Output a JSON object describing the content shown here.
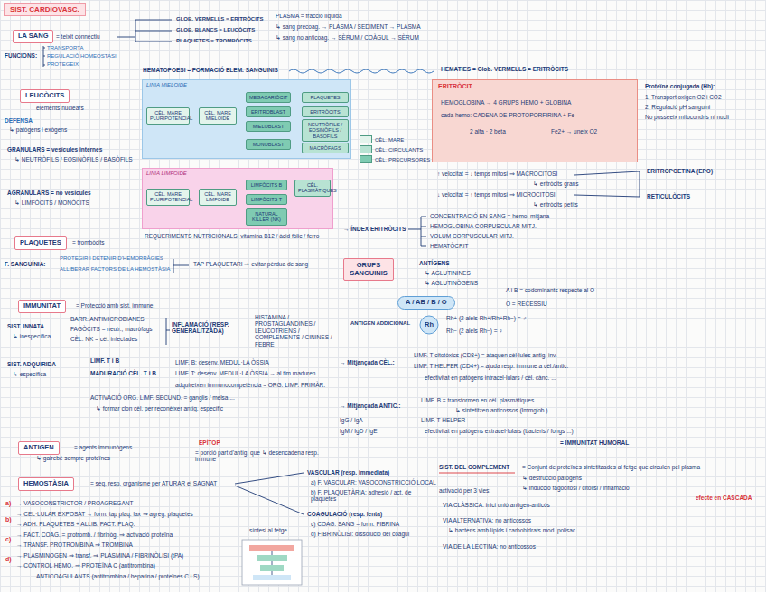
{
  "diagram": {
    "title": "SIST. CARDIOVASC.",
    "nodes": [
      {
        "text": [
          "LA SANG"
        ]
      },
      {
        "text": [
          "LEUCÒCITS"
        ]
      },
      {
        "text": [
          "PLAQUETES"
        ]
      },
      {
        "text": [
          "IMMUNITAT"
        ]
      },
      {
        "text": [
          "ANTIGEN"
        ]
      },
      {
        "text": [
          "HEMOSTÀSIA"
        ]
      },
      {
        "text": [
          "LINIA MIELOIDE"
        ]
      },
      {
        "text": [
          "CÈL. MARE PLURIPOTENCIAL"
        ],
        "in": 6
      },
      {
        "text": [
          "CÈL. MARE MIELOIDE"
        ],
        "in": 6
      },
      {
        "text": [
          "MEGACARIÒCIT"
        ],
        "in": 6
      },
      {
        "text": [
          "ERITROBLAST"
        ],
        "in": 6
      },
      {
        "text": [
          "MIELOBLAST"
        ],
        "in": 6
      },
      {
        "text": [
          "MONOBLAST"
        ],
        "in": 6
      },
      {
        "text": [
          "PLAQUETES"
        ],
        "in": 6
      },
      {
        "text": [
          "ERITRÒCITS"
        ],
        "in": 6
      },
      {
        "text": [
          "NEUTRÒFILS / EOSINÒFILS / BASÒFILS"
        ],
        "in": 6
      },
      {
        "text": [
          "MACRÒFAGS"
        ],
        "in": 6
      },
      {
        "text": [
          "LINIA LIMFOIDE"
        ]
      },
      {
        "text": [
          "CÈL. MARE PLURIPOTENCIAL"
        ],
        "in": 17
      },
      {
        "text": [
          "CÈL. MARE LIMFOIDE"
        ],
        "in": 17
      },
      {
        "text": [
          "LIMFÒCITS B"
        ],
        "in": 17
      },
      {
        "text": [
          "LIMFÒCITS T"
        ],
        "in": 17
      },
      {
        "text": [
          "NATURAL KILLER (NK)"
        ],
        "in": 17
      },
      {
        "text": [
          "CÈL. PLASMÀTIQUES"
        ],
        "in": 17
      },
      {
        "text": [
          "ERITRÒCIT"
        ]
      },
      {
        "text": [
          "GRUPS SANGUINIS"
        ]
      },
      {
        "text": [
          "A / AB / B / O"
        ]
      },
      {
        "text": [
          "Rh"
        ]
      }
    ],
    "edges": [
      {
        "from": 7,
        "to": 8,
        "arrow": "to"
      },
      {
        "from": 8,
        "to": 9,
        "arrow": "to"
      },
      {
        "from": 8,
        "to": 10,
        "arrow": "to"
      },
      {
        "from": 8,
        "to": 11,
        "arrow": "to"
      },
      {
        "from": 8,
        "to": 12,
        "arrow": "to"
      },
      {
        "from": 9,
        "to": 13,
        "arrow": "to"
      },
      {
        "from": 10,
        "to": 14,
        "arrow": "to"
      },
      {
        "from": 11,
        "to": 15,
        "arrow": "to"
      },
      {
        "from": 12,
        "to": 16,
        "arrow": "to"
      },
      {
        "from": 18,
        "to": 19,
        "arrow": "to"
      },
      {
        "from": 19,
        "to": 20,
        "arrow": "to"
      },
      {
        "from": 19,
        "to": 21,
        "arrow": "to"
      },
      {
        "from": 19,
        "to": 22,
        "arrow": "to"
      },
      {
        "from": 20,
        "to": 23,
        "arrow": "to"
      }
    ],
    "labels": [
      "= teixit connectiu",
      "GLOB. VERMELLS = ERITRÒCITS",
      "GLOB. BLANCS = LEUCÒCITS",
      "PLAQUETES = TROMBÒCITS",
      "PLASMA = fracció líquida",
      "↳ sang precoag. → PLASMA / SEDIMENT → PLASMA",
      "↳ sang no anticoag. → SÈRUM / COÀGUL → SÈRUM",
      "FUNCIONS:",
      "TRANSPORTA",
      "REGULACIÓ HOMEOSTASI",
      "PROTEGEIX",
      "HEMATOPOESI = FORMACIÓ ELEM. SANGUINIS",
      "HEMATIES = Glob. VERMELLS = ERITRÒCITS",
      "elements nuclears",
      "DEFENSA",
      "↳ patògens i exògens",
      "GRANULARS = vesícules internes",
      "↳ NEUTRÒFILS / EOSINÒFILS / BASÒFILS",
      "AGRANULARS = no vesícules",
      "↳ LIMFÒCITS / MONÒCITS",
      "REQUERIMENTS NUTRICIONALS: vitamina B12 / àcid fòlic / ferro",
      "Proteïna conjugada (Hb):",
      "1. Transport oxigen O2 i CO2",
      "2. Regulació pH sanguini",
      "No posseeix mitocondris ni nucli",
      "HEMOGLOBINA → 4 GRUPS HEMO + GLOBINA",
      "cada hemo: CADENA DE PROTOPORFIRINA + Fe",
      "2 alfa · 2 beta",
      "Fe2+ → uneix O2",
      "↑ velocitat = ↓ temps mitosi ⇒ MACROCITOSI",
      "↳ eritròcits grans",
      "↓ velocitat = ↑ temps mitosi ⇒ MICROCITOSI",
      "↳ eritròcits petits",
      "ERITROPOETINA (EPO)",
      "RETICULÒCITS",
      "→ ÍNDEX ERITRÒCITS",
      "CONCENTRACIÓ EN SANG = hemo. mitjana",
      "HEMOGLOBINA CORPUSCULAR MITJ.",
      "VOLUM CORPUSCULAR MITJ.",
      "HEMATÒCRIT",
      "= trombòcits",
      "F. SANGUÍNIA:",
      "PROTEGIR I DETENIR D'HEMORRÀGIES",
      "ALLIBERAR FACTORS DE LA HEMOSTÀSIA",
      "TAP PLAQUETARI ⇒ evitar pèrdua de sang",
      "ANTÍGENS",
      "↳ AGLUTININES",
      "↳ AGLUTINÒGENS",
      "A i B = codominants respecte al O",
      "O = RECESSIU",
      "ANTIGEN ADDICIONAL",
      "Rh+ (2 alels Rh+/Rh+Rh−) = ♂",
      "Rh− (2 alels Rh−) = ♀",
      "= Protecció amb sist. immune.",
      "SIST. INNATA",
      "↳ inespecífica",
      "BARR. ANTIMICROBIANES",
      "FAGÒCITS = neutr., macròfags",
      "CÈL. NK = cèl. infectades",
      "INFLAMACIÓ (RESP. GENERALITZADA)",
      "HISTAMINA / PROSTAGLANDINES / LEUCOTRIENS / COMPLEMENTS / CININES / FEBRE",
      "SIST. ADQUIRIDA",
      "↳ específica",
      "LIMF. T i B",
      "MADURACIÓ CÈL. T i B",
      "LIMF. B: desenv. MEDUL·LA ÒSSIA",
      "LIMF. T: desenv. MEDUL·LA ÒSSIA → al tim maduren",
      "adquireixen immunocompetència = ORG. LIMF. PRIMÀR.",
      "ACTIVACIÓ ORG. LIMF. SECUND. = ganglis / melsa ...",
      "↳ formar clon cèl. per reconèixer antíg. específic",
      "→ Mitjançada CÈL.:",
      "LIMF. T citotòxics (CD8+) = ataquen cèl·lules antig. inv.",
      "LIMF. T HELPER (CD4+) = ajuda resp. immune a cèl./antic.",
      "efectivitat en patògens intracel·lulars / cèl. cànc. ...",
      "→ Mitjançada ANTIC.:",
      "LIMF. B = transformen en cèl. plasmàtiques",
      "↳ sintetitzen anticossos (Immglob.)",
      "LIMF. T HELPER",
      "efectivitat en patògens extracel·lulars (bacteris / fongs ...)",
      "= IMMUNITAT HUMORAL",
      "IgG / IgA",
      "IgM / IgD / IgE",
      "= agents immunògens",
      "↳ gairebé sempre proteïnes",
      "EPÍTOP",
      "= porció part d'antíg. que ↳ desencadena resp. immune",
      "SIST. DEL COMPLEMENT",
      "= Conjunt de proteïnes sintetitzades al fetge que circulen pel plasma",
      "↳ destrucció patògens",
      "↳ inducció fagocitosi / citòlisi / inflamació",
      "efecte en CASCADA",
      "activació per 3 vies:",
      "VIA CLÀSSICA: inici unió antigen-anticòs",
      "VIA ALTERNATIVA: no anticossos",
      "↳ bacteris amb lípids i carbohidrats mod. polisac.",
      "VIA DE LA LECTINA: no anticossos",
      "= seq. resp. organisme per ATURAR el SAGNAT",
      "VASCULAR (resp. immediata)",
      "a) F. VASCULAR: VASOCONSTRICCIÓ LOCAL",
      "b) F. PLAQUETÀRIA: adhesió / act. de plaquetes",
      "COAGULACIÓ (resp. lenta)",
      "c) COAG. SANG = form. FIBRINA",
      "d) FIBRINÒLISI: dissolució del coàgul",
      "a)",
      "→ VASOCONSTRICTOR / PROAGREGANT",
      "b)",
      "→ CEL·LULAR EXPOSAT → form. tap plaq. lax ⇒ agreg. plaquetes",
      "→ ADH. PLAQUETES + ALLIB. FACT. PLAQ.",
      "c)",
      "→ FACT. COAG. = protromb. / fibrinòg. ⇒ activació proteïna",
      "→ TRANSF. PROTROMBINA ⇒ TROMBINA",
      "d)",
      "→ PLASMINOGEN ⇒ transf. ⇒ PLASMINA / FIBRINÒLISI (tPA)",
      "→ CONTROL HEMO. ⇒ PROTEÏNA C (antitrombina)",
      "ANTICOAGULANTS (antitrombina / heparina / proteïnes C i S)",
      "síntesi al fetge"
    ],
    "legend": [
      {
        "text": "CÈL. MARE",
        "color": "#e3f4ec"
      },
      {
        "text": "CÈL. CIRCULANTS",
        "color": "#b8e3d3"
      },
      {
        "text": "CÈL. PRECURSORES",
        "color": "#7fcbb2"
      }
    ]
  }
}
